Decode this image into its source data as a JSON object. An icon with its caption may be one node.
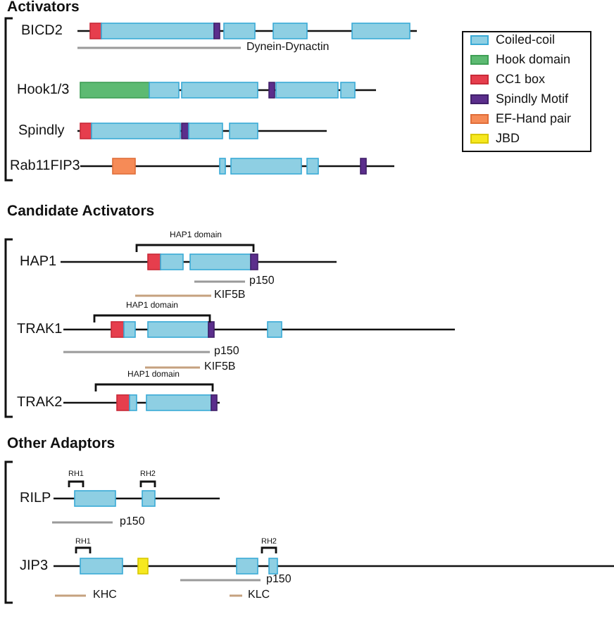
{
  "diagram": {
    "labels": [
      "Activators",
      "BICD2",
      "Dynein-Dynactin",
      "Hook1/3",
      "Spindly",
      "Rab11FIP3",
      "Candidate Activators",
      "HAP1 domain",
      "HAP1",
      "p150",
      "KIF5B",
      "HAP1 domain",
      "TRAK1",
      "p150",
      "KIF5B",
      "HAP1 domain",
      "TRAK2",
      "Other Adaptors",
      "RH1",
      "RH2",
      "RILP",
      "p150",
      "RH1",
      "RH2",
      "JIP3",
      "p150",
      "KHC",
      "KLC"
    ],
    "legend": [
      {
        "text": "Coiled-coil",
        "color": "#8ecfe3"
      },
      {
        "text": "Hook domain",
        "color": "#5dba72"
      },
      {
        "text": "CC1 box",
        "color": "#e63e4d"
      },
      {
        "text": "Spindly Motif",
        "color": "#5b2e8c"
      },
      {
        "text": "EF-Hand pair",
        "color": "#f68b57"
      },
      {
        "text": "JBD",
        "color": "#f6e81f"
      }
    ]
  }
}
